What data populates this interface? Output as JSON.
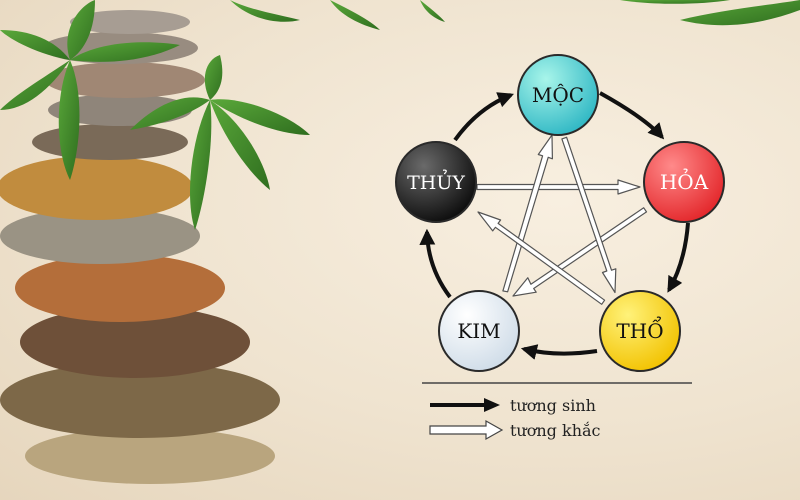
{
  "elements": [
    {
      "id": "moc",
      "label": "MỘC",
      "color": "#3fc7c8"
    },
    {
      "id": "hoa",
      "label": "HỎA",
      "color": "#ee3b3b"
    },
    {
      "id": "tho",
      "label": "THỔ",
      "color": "#f5c900"
    },
    {
      "id": "kim",
      "label": "KIM",
      "color": "#e2eaf2"
    },
    {
      "id": "thuy",
      "label": "THỦY",
      "color": "#1a1a1a"
    }
  ],
  "legend": {
    "generating": "tương sinh",
    "overcoming": "tương khắc"
  }
}
